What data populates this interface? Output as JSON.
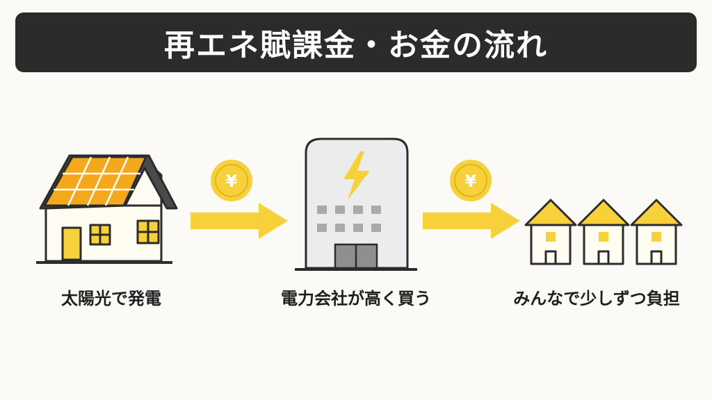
{
  "header": {
    "title": "再エネ賦課金・お金の流れ"
  },
  "coins": [
    {
      "symbol": "¥"
    },
    {
      "symbol": "¥"
    }
  ],
  "steps": [
    {
      "label": "太陽光で発電"
    },
    {
      "label": "電力会社が高く買う"
    },
    {
      "label": "みんなで少しずつ負担"
    }
  ],
  "colors": {
    "accent": "#f7d13a",
    "panel": "#f6a81c",
    "outline": "#2b2b2b",
    "building": "#ececec"
  }
}
